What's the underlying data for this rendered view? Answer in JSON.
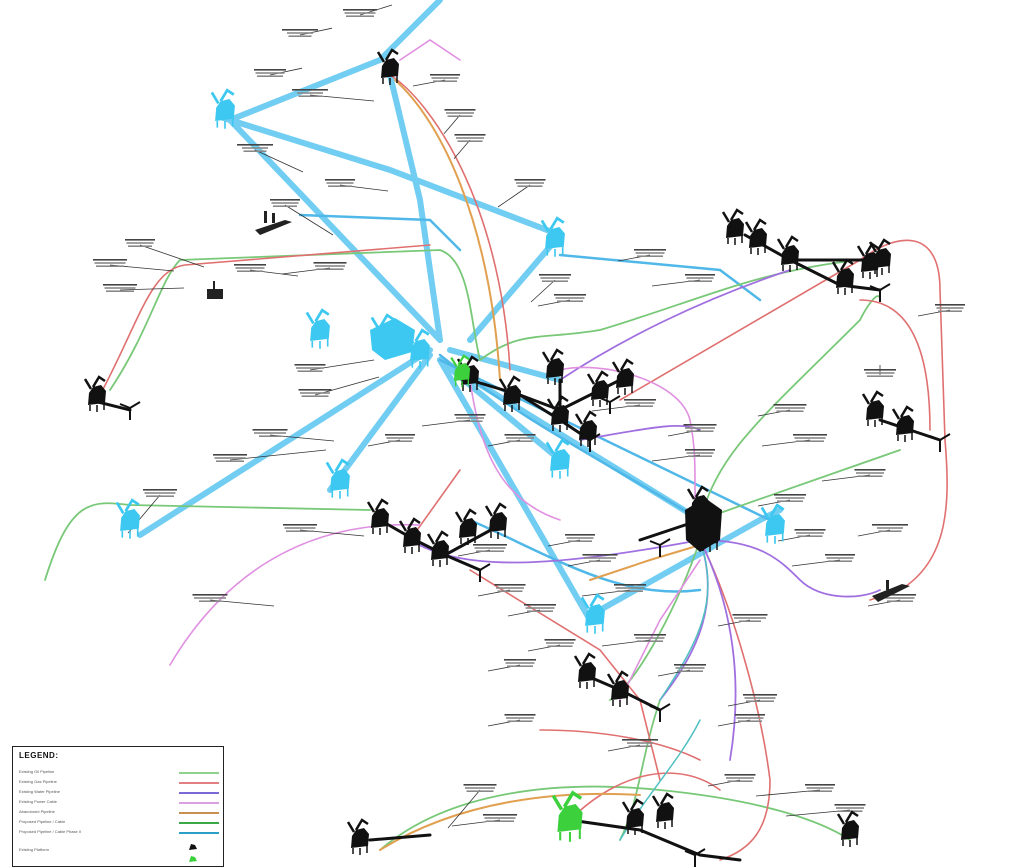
{
  "legend": {
    "title": "LEGEND:",
    "items": [
      {
        "label": "Existing Oil Pipeline",
        "color": "#8ed08e"
      },
      {
        "label": "Existing Gas Pipeline",
        "color": "#e08080"
      },
      {
        "label": "Existing Water Pipeline",
        "color": "#7a6ad8"
      },
      {
        "label": "Existing Power Cable",
        "color": "#d9a0e0"
      },
      {
        "label": "Abandoned Pipeline",
        "color": "#c89050"
      },
      {
        "label": "Proposed Pipeline / Cable",
        "color": "#3aa845"
      },
      {
        "label": "Proposed Pipeline / Cable Phase II",
        "color": "#2aa0c8"
      }
    ],
    "footer": "Existing Platform"
  },
  "colors": {
    "platform_existing": "#111111",
    "platform_proposed": "#3cc8f0",
    "platform_new": "#3cd03c",
    "trunk": "#62c8f0",
    "red": "#e07070",
    "green": "#78c878",
    "purple": "#a070e0",
    "pink": "#e090e0",
    "orange": "#e0a050",
    "teal": "#50c0c0"
  }
}
